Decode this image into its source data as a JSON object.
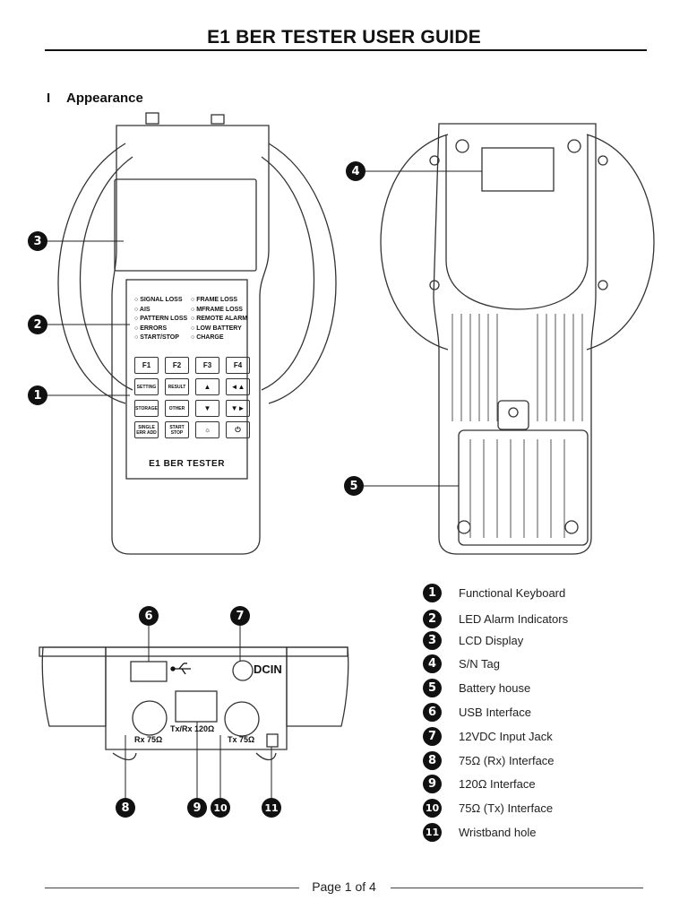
{
  "header": {
    "title": "E1 BER TESTER USER GUIDE"
  },
  "section": {
    "number": "I",
    "title": "Appearance"
  },
  "device_front": {
    "led_left": [
      "SIGNAL LOSS",
      "AIS",
      "PATTERN LOSS",
      "ERRORS",
      "START/STOP"
    ],
    "led_right": [
      "FRAME LOSS",
      "MFRAME LOSS",
      "REMOTE ALARM",
      "LOW BATTERY",
      "CHARGE"
    ],
    "keys_row1": [
      "F1",
      "F2",
      "F3",
      "F4"
    ],
    "keys_row2": [
      "SETTING",
      "RESULT",
      "▲",
      "◄▲"
    ],
    "keys_row3": [
      "STORAGE",
      "OTHER",
      "▼",
      "▼►"
    ],
    "keys_row4": [
      "SINGLE\nERR ADD",
      "START\nSTOP",
      "☼",
      "⏻"
    ],
    "name_label": "E1 BER TESTER"
  },
  "device_bottom": {
    "dcin_label": "DCIN",
    "rx_label": "Rx 75Ω",
    "center_label": "Tx/Rx 120Ω",
    "tx_label": "Tx 75Ω"
  },
  "callouts": {
    "c1": "1",
    "c2": "2",
    "c3": "3",
    "c4": "4",
    "c5": "5",
    "c6": "6",
    "c7": "7",
    "c8": "8",
    "c9": "9",
    "c10": "10",
    "c11": "11"
  },
  "legend": [
    {
      "num": "1",
      "label": "Functional Keyboard"
    },
    {
      "num": "2",
      "label": "LED Alarm Indicators"
    },
    {
      "num": "3",
      "label": "LCD Display"
    },
    {
      "num": "4",
      "label": "S/N Tag"
    },
    {
      "num": "5",
      "label": "Battery house"
    },
    {
      "num": "6",
      "label": "USB Interface"
    },
    {
      "num": "7",
      "label": "12VDC Input Jack"
    },
    {
      "num": "8",
      "label": "75Ω (Rx) Interface"
    },
    {
      "num": "9",
      "label": "120Ω Interface"
    },
    {
      "num": "10",
      "label": "75Ω (Tx) Interface"
    },
    {
      "num": "11",
      "label": "Wristband hole"
    }
  ],
  "footer": {
    "page": "Page 1 of 4"
  }
}
